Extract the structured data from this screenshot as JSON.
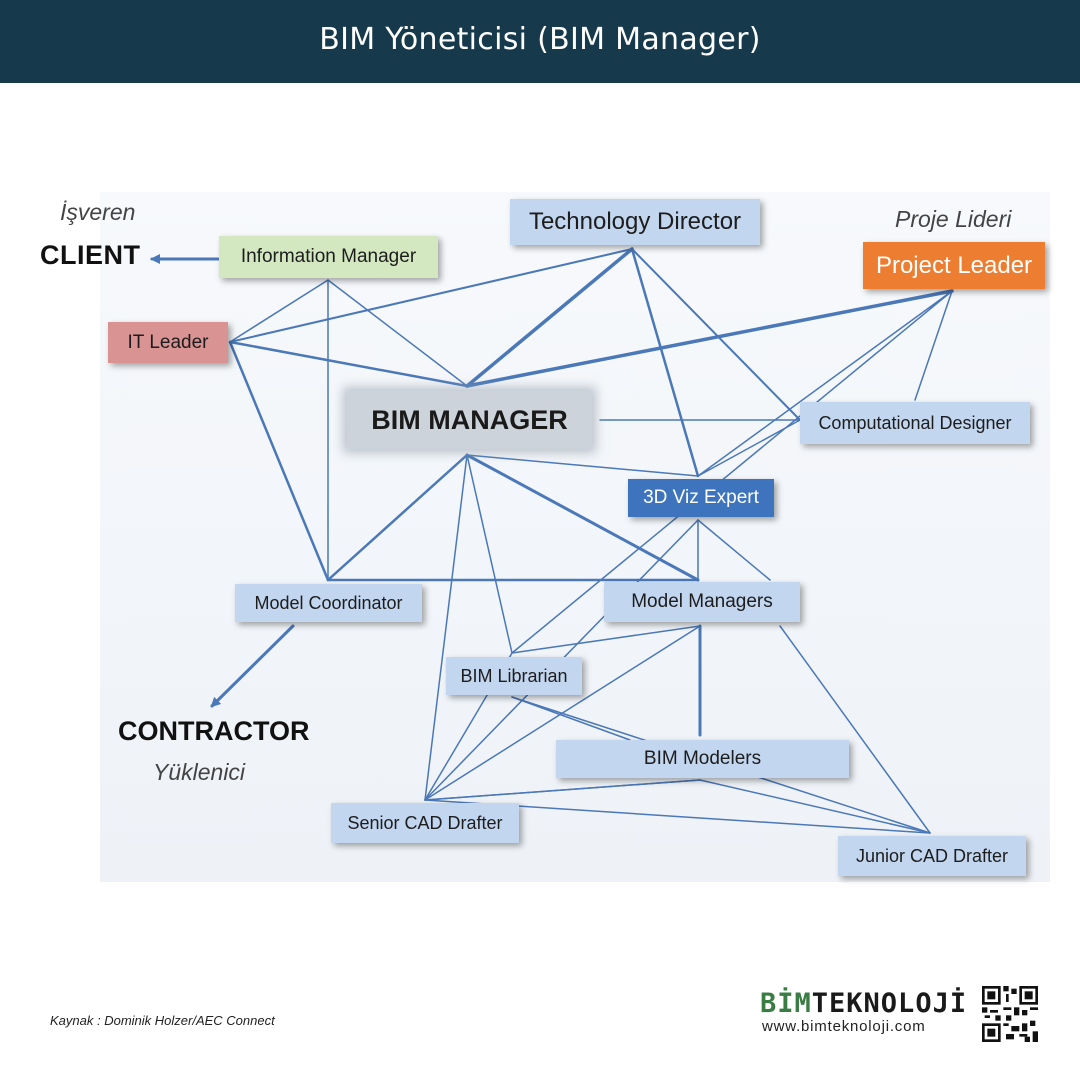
{
  "header": {
    "title": "BIM Yöneticisi (BIM Manager)"
  },
  "diagram": {
    "nodes": {
      "technology_director": "Technology Director",
      "information_manager": "Information Manager",
      "project_leader": "Project Leader",
      "it_leader": "IT Leader",
      "bim_manager": "BIM MANAGER",
      "computational_designer": "Computational Designer",
      "viz_expert": "3D Viz Expert",
      "model_coordinator": "Model Coordinator",
      "model_managers": "Model Managers",
      "bim_librarian": "BIM Librarian",
      "bim_modelers": "BIM Modelers",
      "senior_cad_drafter": "Senior CAD Drafter",
      "junior_cad_drafter": "Junior CAD Drafter"
    },
    "external": {
      "client": "CLIENT",
      "client_tr": "İşveren",
      "contractor": "CONTRACTOR",
      "contractor_tr": "Yüklenici",
      "project_leader_tr": "Proje Lideri"
    },
    "edge_color": "#4a78b8"
  },
  "footer": {
    "source": "Kaynak : Dominik Holzer/AEC Connect",
    "brand_part1": "BİM",
    "brand_part2": "TEKNOLOJİ",
    "url": "www.bimteknoloji.com"
  }
}
